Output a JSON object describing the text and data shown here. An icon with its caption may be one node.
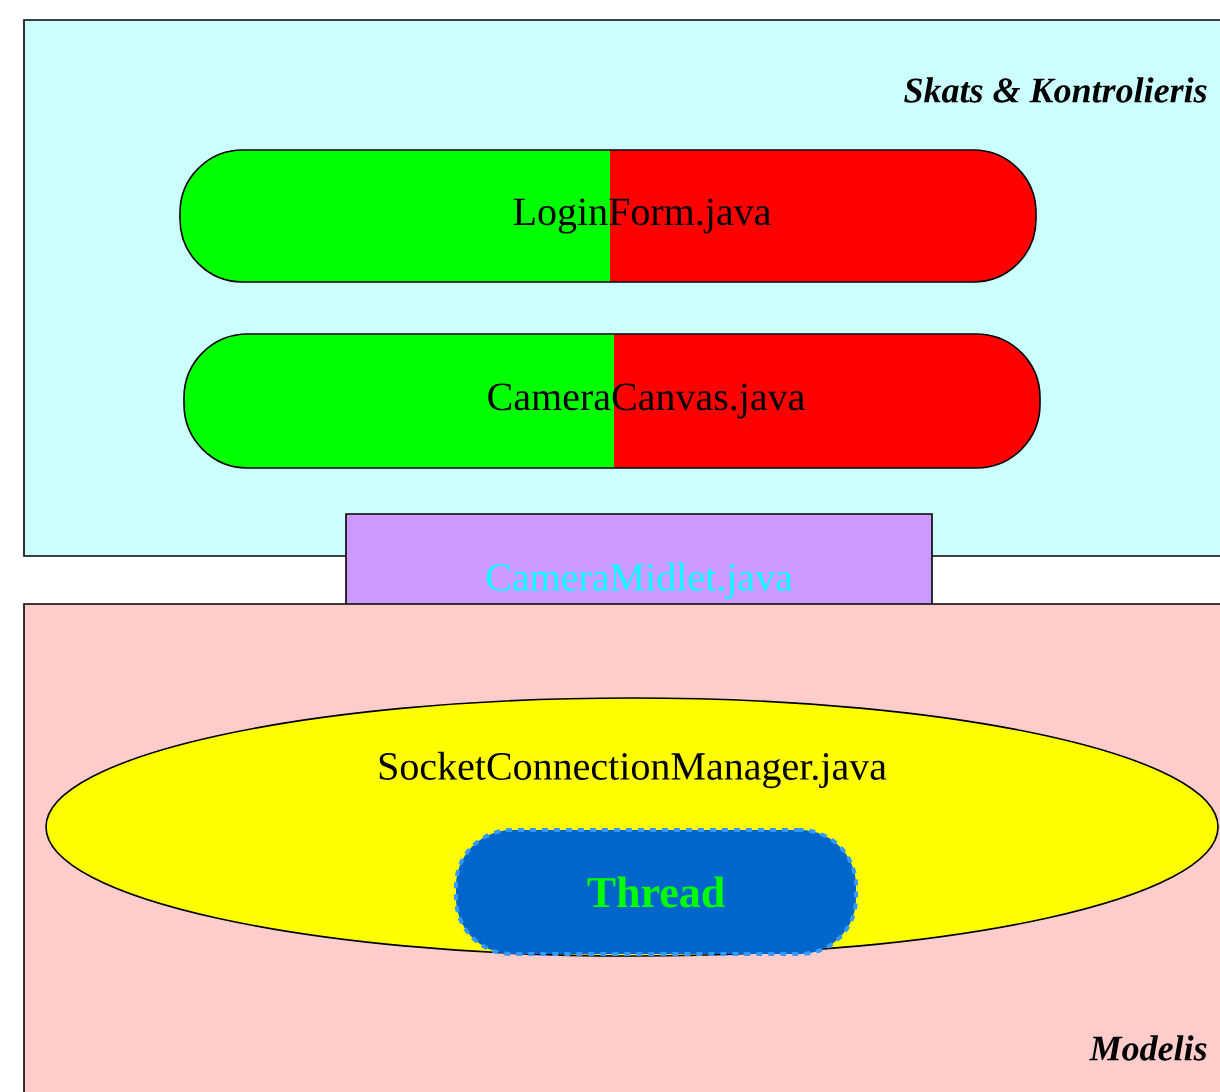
{
  "diagram": {
    "nodes": [
      {
        "text": [
          "Skats & Kontrolieris"
        ]
      },
      {
        "text": [
          "LoginForm.java"
        ],
        "in": 0
      },
      {
        "text": [
          "CameraCanvas.java"
        ],
        "in": 0
      },
      {
        "text": [
          "CameraMidlet.java"
        ]
      },
      {
        "text": [
          "Modelis"
        ]
      },
      {
        "text": [
          "SocketConnectionManager.java"
        ],
        "in": 4
      },
      {
        "text": [
          "Thread"
        ],
        "in": 5
      }
    ]
  }
}
